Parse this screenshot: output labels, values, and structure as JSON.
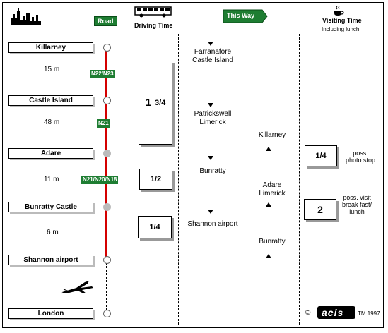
{
  "header": {
    "road_label": "Road",
    "driving_time_label": "Driving Time",
    "this_way_label": "This Way",
    "visiting_time_label": "Visiting Time",
    "visiting_time_sub": "Including lunch"
  },
  "places": [
    {
      "name": "Killarney"
    },
    {
      "name": "Castle Island"
    },
    {
      "name": "Adare"
    },
    {
      "name": "Bunratty Castle"
    },
    {
      "name": "Shannon airport"
    },
    {
      "name": "London"
    }
  ],
  "distances": [
    "15 m",
    "48 m",
    "11 m",
    "6 m"
  ],
  "roads": [
    "N22/N23",
    "N21",
    "N21/N20/N18"
  ],
  "driving_times": [
    {
      "whole": "1",
      "fraction": "3/4"
    },
    {
      "value": "1/2"
    },
    {
      "value": "1/4"
    }
  ],
  "this_way_stops": [
    {
      "line1": "Farranafore",
      "line2": "Castle Island"
    },
    {
      "line1": "Patrickswell",
      "line2": "Limerick"
    },
    {
      "line1": "Bunratty"
    },
    {
      "line1": "Shannon airport"
    }
  ],
  "return_stops": [
    {
      "line1": "Killarney"
    },
    {
      "line1": "Adare",
      "line2": "Limerick"
    },
    {
      "line1": "Bunratty"
    }
  ],
  "visiting": [
    {
      "value": "1/4",
      "note_line1": "poss.",
      "note_line2": "photo stop"
    },
    {
      "value": "2",
      "note_line1": "poss. visit",
      "note_line2": "break fast/",
      "note_line3": "lunch"
    }
  ],
  "footer": {
    "copyright": "©",
    "logo_text": "acis",
    "year": "TM 1997"
  },
  "colors": {
    "road_green": "#1e7d32",
    "route_red": "#d40000",
    "node_grey": "#bbbbbb"
  }
}
